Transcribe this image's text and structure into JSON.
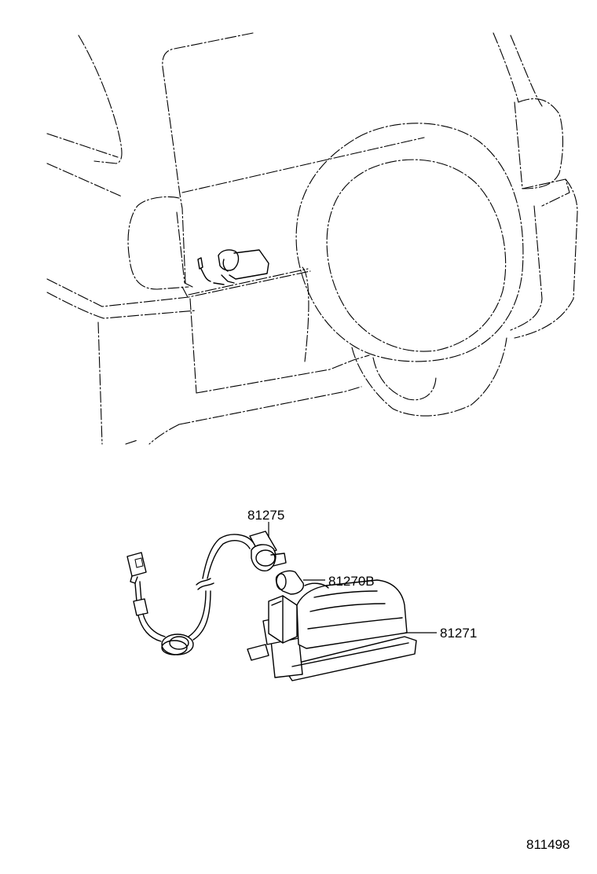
{
  "parts": {
    "socket": {
      "number": "81275"
    },
    "bulb": {
      "number": "81270B"
    },
    "lamp_housing": {
      "number": "81271"
    }
  },
  "figure_number": "811498",
  "line_color": "#000000",
  "background_color": "#ffffff"
}
